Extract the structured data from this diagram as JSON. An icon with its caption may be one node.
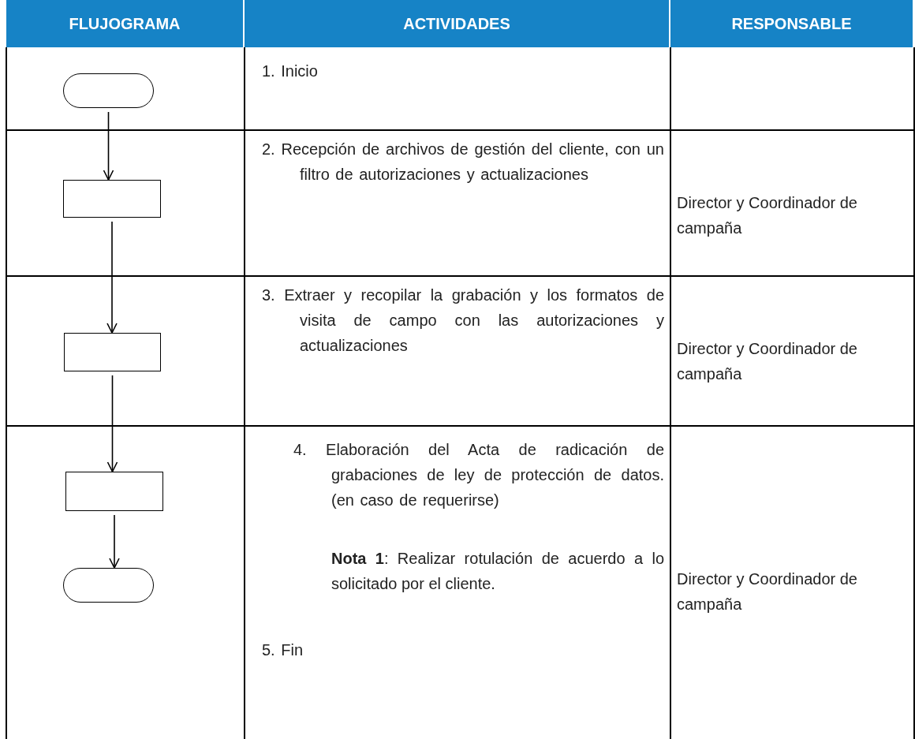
{
  "diagram": {
    "nodes": [
      {
        "text": [],
        "shape": "oval"
      },
      {
        "text": [],
        "shape": "box"
      },
      {
        "text": [],
        "shape": "box"
      },
      {
        "text": [],
        "shape": "box"
      },
      {
        "text": [],
        "shape": "oval"
      }
    ],
    "edges": [
      {
        "from": 0,
        "to": 1,
        "arrow": "to"
      },
      {
        "from": 1,
        "to": 2,
        "arrow": "to"
      },
      {
        "from": 2,
        "to": 3,
        "arrow": "to"
      },
      {
        "from": 3,
        "to": 4,
        "arrow": "to"
      }
    ],
    "labels": [
      "FLUJOGRAMA",
      "ACTIVIDADES",
      "RESPONSABLE",
      "1. Inicio",
      "2. Recepción de archivos de gestión del cliente, con un filtro de autorizaciones y actualizaciones",
      "Director y Coordinador de campaña",
      "3. Extraer y recopilar la grabación y los formatos de visita de campo con las autorizaciones y actualizaciones",
      "Director y Coordinador de campaña",
      "4. Elaboración del Acta de radicación de grabaciones de ley de protección de datos. (en caso de requerirse)",
      "**Nota 1**: Realizar rotulación de acuerdo a lo solicitado por el cliente.",
      "5. Fin",
      "Director y Coordinador de campaña"
    ]
  }
}
